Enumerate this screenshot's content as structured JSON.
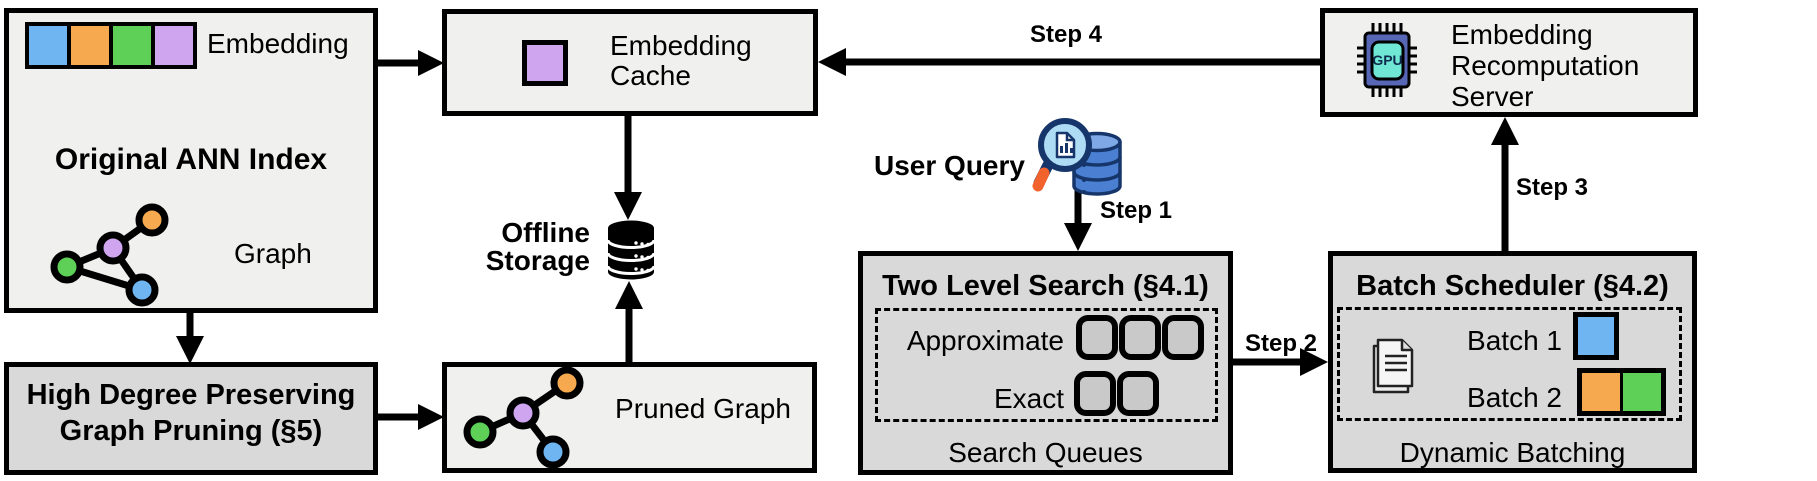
{
  "diagram": {
    "original_ann_index": {
      "title": "Original ANN Index",
      "embedding_label": "Embedding",
      "graph_label": "Graph"
    },
    "high_degree_pruning": {
      "title": "High Degree Preserving Graph Pruning (§5)"
    },
    "embedding_cache": {
      "title": "Embedding Cache"
    },
    "offline_storage": {
      "label": "Offline Storage"
    },
    "pruned_graph": {
      "label": "Pruned Graph"
    },
    "user_query": {
      "label": "User Query"
    },
    "steps": {
      "step1": "Step 1",
      "step2": "Step 2",
      "step3": "Step 3",
      "step4": "Step 4"
    },
    "two_level_search": {
      "title": "Two Level Search (§4.1)",
      "row_approximate": "Approximate",
      "row_exact": "Exact",
      "approximate_queue_slots": 3,
      "exact_queue_slots": 2,
      "footer": "Search Queues"
    },
    "batch_scheduler": {
      "title": "Batch Scheduler (§4.2)",
      "batch1_label": "Batch 1",
      "batch2_label": "Batch 2",
      "batch1_colors": [
        "blue"
      ],
      "batch2_colors": [
        "orange",
        "green"
      ],
      "footer": "Dynamic Batching"
    },
    "recompute_server": {
      "title": "Embedding Recomputation Server",
      "gpu_label": "GPU"
    },
    "colors": {
      "blue": "#6FB5F1",
      "orange": "#F6A94E",
      "green": "#5ED058",
      "purple": "#CFA5EF",
      "light_box": "#F0F0EF",
      "dark_box": "#D9D9D9"
    }
  }
}
